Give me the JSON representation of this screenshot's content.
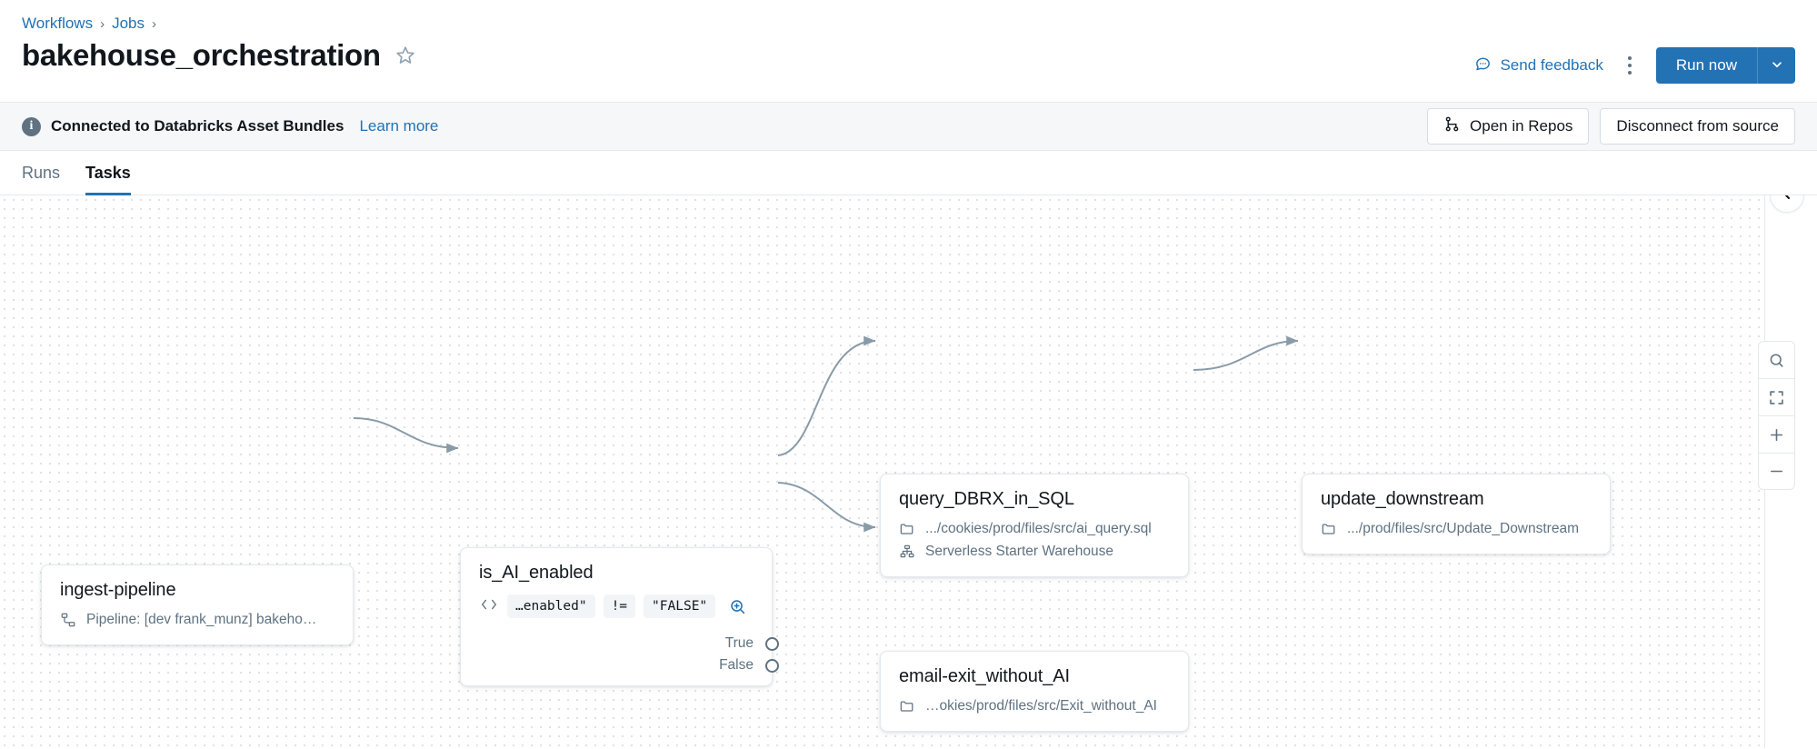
{
  "breadcrumb": {
    "items": [
      {
        "label": "Workflows",
        "link": true
      },
      {
        "label": "Jobs",
        "link": true
      }
    ],
    "separator": "›"
  },
  "header": {
    "title": "bakehouse_orchestration",
    "star_icon": "star-outline-icon",
    "feedback_label": "Send feedback",
    "feedback_icon": "speech-bubble-icon",
    "more_icon": "kebab-menu-icon",
    "run_now_label": "Run now",
    "run_now_caret_icon": "chevron-down-icon",
    "primary_color": "#2272B4"
  },
  "banner": {
    "icon": "info-icon",
    "text": "Connected to Databricks Asset Bundles",
    "link_label": "Learn more",
    "open_repos_label": "Open in Repos",
    "open_repos_icon": "git-branch-icon",
    "disconnect_label": "Disconnect from source"
  },
  "tabs": [
    {
      "label": "Runs",
      "active": false
    },
    {
      "label": "Tasks",
      "active": true
    }
  ],
  "graph": {
    "nodes": [
      {
        "id": "ingest-pipeline",
        "title": "ingest-pipeline",
        "meta_icon": "pipeline-icon",
        "meta_text": "Pipeline:  [dev frank_munz] bakeho…"
      },
      {
        "id": "is_AI_enabled",
        "title": "is_AI_enabled",
        "code_icon": "angle-brackets-icon",
        "condition": {
          "left": "…enabled\"",
          "operator": "!=",
          "right": "\"FALSE\""
        },
        "expand_icon": "magnifier-plus-icon",
        "ports": [
          {
            "label": "True"
          },
          {
            "label": "False"
          }
        ]
      },
      {
        "id": "query_DBRX_in_SQL",
        "title": "query_DBRX_in_SQL",
        "path_icon": "folder-icon",
        "path": ".../cookies/prod/files/src/ai_query.sql",
        "warehouse_icon": "warehouse-icon",
        "warehouse": "Serverless Starter Warehouse"
      },
      {
        "id": "update_downstream",
        "title": "update_downstream",
        "path_icon": "folder-icon",
        "path": ".../prod/files/src/Update_Downstream"
      },
      {
        "id": "email-exit_without_AI",
        "title": "email-exit_without_AI",
        "path_icon": "folder-icon",
        "path": "…okies/prod/files/src/Exit_without_AI"
      }
    ]
  },
  "canvas_controls": [
    {
      "name": "search-icon"
    },
    {
      "name": "fit-to-screen-icon"
    },
    {
      "name": "zoom-in-icon"
    },
    {
      "name": "zoom-out-icon"
    }
  ],
  "collapse_panel_icon": "chevron-left-icon"
}
